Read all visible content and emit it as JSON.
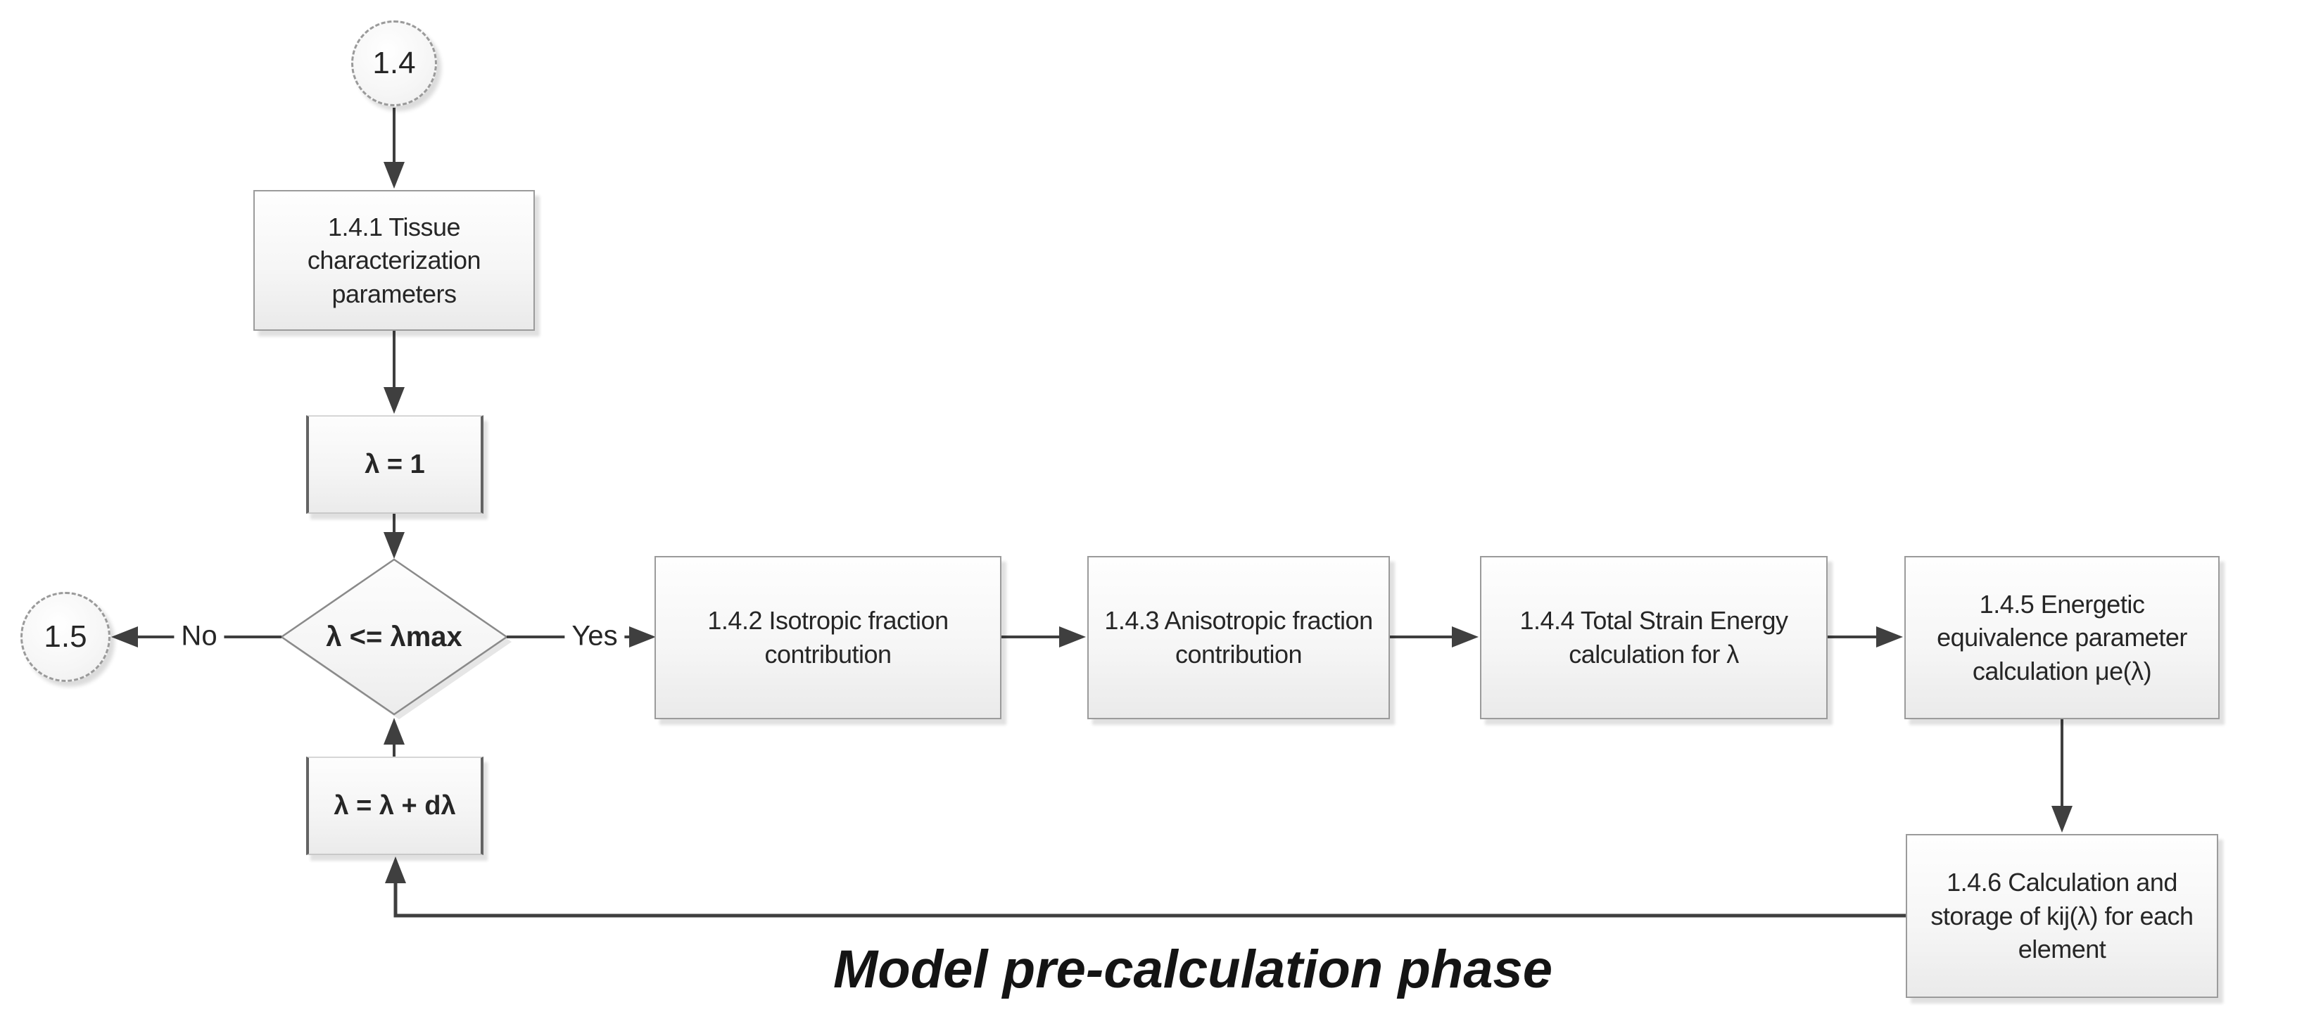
{
  "diagram": {
    "caption": "Model pre-calculation phase",
    "colors": {
      "line": "#3f3f3f",
      "box_border": "#9b9b9b",
      "box_fill": "#f4f4f4",
      "text": "#262626"
    },
    "nodes": {
      "start_connector": {
        "label": "1.4",
        "shape": "circle"
      },
      "tissue_params": {
        "label": "1.4.1 Tissue characterization parameters",
        "shape": "process"
      },
      "lambda_init": {
        "label": "λ = 1",
        "shape": "process"
      },
      "lambda_check": {
        "label": "λ <= λmax",
        "shape": "decision"
      },
      "exit_connector": {
        "label": "1.5",
        "shape": "circle"
      },
      "isotropic_fraction": {
        "label": "1.4.2 Isotropic fraction contribution",
        "shape": "process"
      },
      "anisotropic_fraction": {
        "label": "1.4.3 Anisotropic fraction contribution",
        "shape": "process"
      },
      "strain_energy": {
        "label": "1.4.4 Total Strain Energy calculation for λ",
        "shape": "process"
      },
      "energetic_equivalence": {
        "label": "1.4.5 Energetic equivalence parameter calculation μe(λ)",
        "shape": "process"
      },
      "kij_storage": {
        "label": "1.4.6 Calculation and storage of kij(λ) for each element",
        "shape": "process"
      },
      "lambda_increment": {
        "label": "λ = λ + dλ",
        "shape": "process"
      }
    },
    "edge_labels": {
      "no": "No",
      "yes": "Yes"
    }
  }
}
